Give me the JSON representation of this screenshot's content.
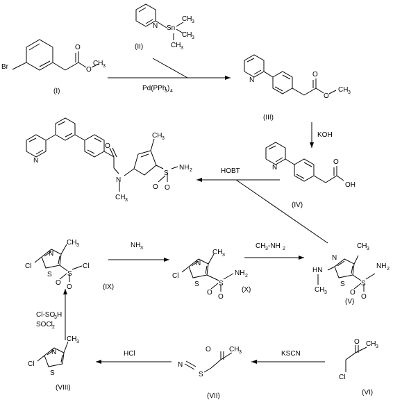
{
  "compounds": {
    "I": {
      "label": "(I)",
      "atoms": {
        "br": "Br",
        "o1": "O",
        "o2": "O",
        "ch3": "CH",
        "ch3_sub": "3"
      }
    },
    "II": {
      "label": "(II)",
      "atoms": {
        "n": "N",
        "sn": "Sn",
        "ch3a": "CH",
        "ch3b": "CH",
        "ch3c": "CH",
        "sub": "3"
      }
    },
    "III": {
      "label": "(III)",
      "atoms": {
        "n": "N",
        "o1": "O",
        "o2": "O",
        "ch3": "CH",
        "ch3_sub": "3"
      }
    },
    "IV": {
      "label": "(IV)",
      "atoms": {
        "n": "N",
        "o": "O",
        "oh": "OH"
      }
    },
    "V": {
      "label": "(V)",
      "atoms": {
        "n": "N",
        "s": "S",
        "ch3": "CH",
        "hn": "HN",
        "so2_s": "S",
        "o1": "O",
        "o2": "O",
        "nh2": "NH",
        "sub": "3",
        "sub2": "2"
      }
    },
    "VI": {
      "label": "(VI)",
      "atoms": {
        "o": "O",
        "ch3": "CH",
        "cl": "Cl",
        "sub": "3"
      }
    },
    "VII": {
      "label": "(VII)",
      "atoms": {
        "n": "N",
        "s": "S",
        "o": "O",
        "ch3": "CH",
        "sub": "3"
      }
    },
    "VIII": {
      "label": "(VIII)",
      "atoms": {
        "n": "N",
        "s": "S",
        "cl": "Cl",
        "ch3": "CH",
        "sub": "3"
      }
    },
    "IX": {
      "label": "(IX)",
      "atoms": {
        "n": "N",
        "s": "S",
        "cl": "Cl",
        "ch3": "CH",
        "so2_s": "S",
        "o1": "O",
        "o2": "O",
        "cl2": "Cl",
        "sub": "3"
      }
    },
    "X": {
      "label": "(X)",
      "atoms": {
        "n": "N",
        "s": "S",
        "cl": "Cl",
        "ch3": "CH",
        "so2_s": "S",
        "o1": "O",
        "o2": "O",
        "nh2": "NH",
        "sub": "3",
        "sub2": "2"
      }
    },
    "product": {
      "atoms": {
        "n": "N",
        "o": "O",
        "namide": "N",
        "ch3": "CH",
        "ch3b": "CH",
        "s": "S",
        "o1": "O",
        "o2": "O",
        "nh2": "NH",
        "sub": "3",
        "sub2": "2"
      }
    }
  },
  "reagents": {
    "pd": "Pd(PPh",
    "pd_sub3": "3",
    "pd_close": ")",
    "pd_sub4": "4",
    "koh": "KOH",
    "hobt": "HOBT",
    "nh3": "NH",
    "nh3_sub": "3",
    "ch3nh2_a": "CH",
    "ch3nh2_sub3": "3",
    "ch3nh2_b": "-NH",
    "ch3nh2_sub2": "2",
    "clso3h_a": "Cl-SO",
    "clso3h_sub": "3",
    "clso3h_b": "H",
    "socl2_a": "SOCl",
    "socl2_sub": "2",
    "hcl": "HCl",
    "kscn": "KSCN"
  }
}
